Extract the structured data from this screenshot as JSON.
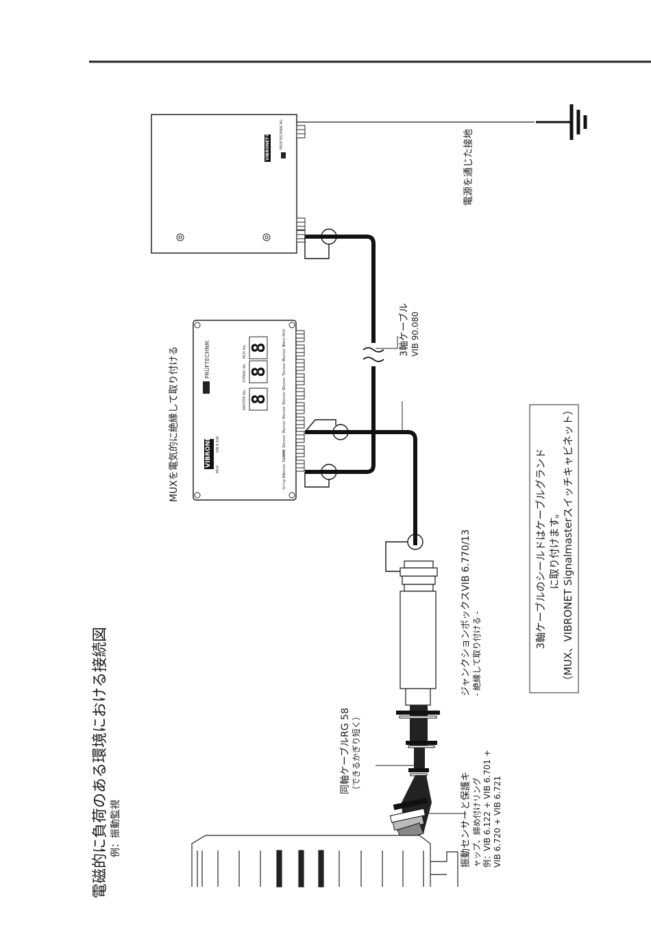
{
  "title": "電磁的に負荷のある環境における接続図",
  "subtitle": "例：振動監視",
  "labels": {
    "ground": "電源を通じた接地",
    "mux_mount": "MUXを電気的に絶縁して取り付ける",
    "triax_cable": "3軸ケーブル",
    "triax_code": "VIB 90.080",
    "junction_box": "ジャンクションボックスVIB 6.770/13",
    "junction_note": "- 絶縁して取り付ける -",
    "coax_cable": "同軸ケーブルRG 58",
    "coax_note": "（できるかぎり短く）",
    "sensor_line1": "振動センサーと保護キ",
    "sensor_line2": "ャップ、締め付けリング",
    "sensor_line3": "例：VIB 6.122 + VIB 6.701 +",
    "sensor_line4": "VIB 6.720 + VIB 6.721"
  },
  "note_box": {
    "line1": "3軸ケーブルのシールドはケーブルグランド",
    "line2": "に取り付けます。",
    "line3": "（MUX、VIBRONET Signalmasterスイッチキャビネット）"
  },
  "cabinet": {
    "brand": "VIBRONET®",
    "maker": "PRÜFTECHNIK AG"
  },
  "mux": {
    "brand": "VIBRONET®",
    "model": "VIB 8.306",
    "type": "MUX",
    "maker": "PRÜFTECHNIK",
    "display_labels": [
      "MASTER No.",
      "STRING No.",
      "MUX No."
    ],
    "display_digits": [
      "8",
      "8",
      "8"
    ],
    "ports": [
      "String No.",
      "Sensor 1 / RPM",
      "Sensor 2",
      "Sensor 3",
      "Sensor 4",
      "Sensor 5",
      "Sensor 6",
      "Sensor 7",
      "Sensor 8",
      "Sensor 9",
      "Next MUX"
    ]
  }
}
